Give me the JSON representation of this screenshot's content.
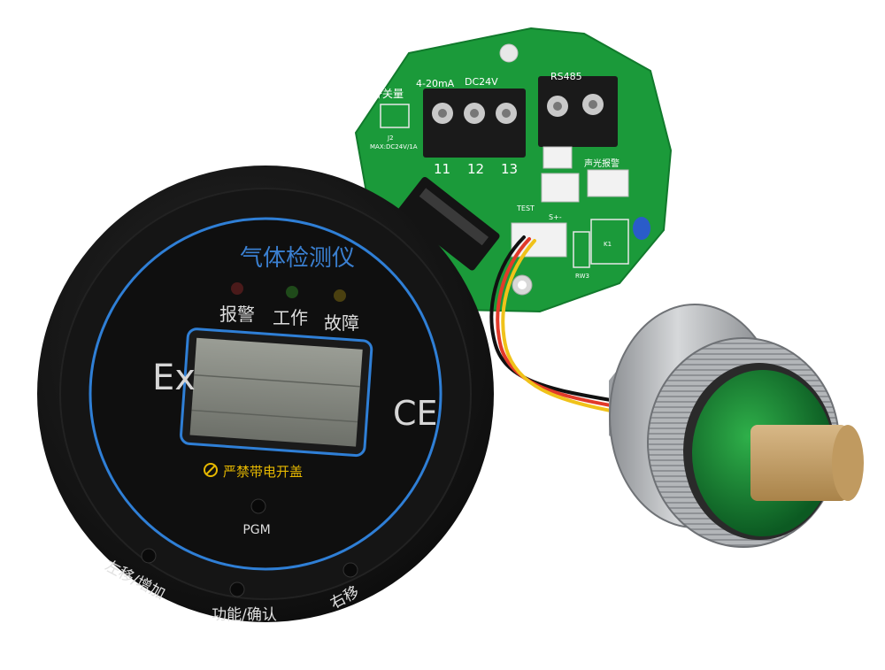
{
  "device": {
    "title": "气体检测仪",
    "indicators": [
      "报警",
      "工作",
      "故障"
    ],
    "ex_mark": "Ex",
    "ce_mark": "CE",
    "warning": "严禁带电开盖",
    "pgm_label": "PGM",
    "buttons": [
      "左移/增加",
      "功能/确认",
      "右移"
    ]
  },
  "pcb": {
    "switch_label": "开关量",
    "j2_label": "J2",
    "max_label": "MAX:DC24V/1A",
    "ma_label": "4-20mA",
    "dc_label": "DC24V",
    "rs_label": "RS485",
    "pin_numbers": [
      "11",
      "12",
      "13"
    ],
    "test_label": "TEST",
    "alarm_label": "声光报警",
    "k1_label": "K1",
    "rw3_label": "RW3",
    "s_label": "S+-"
  },
  "colors": {
    "housing": "#1b1b1b",
    "ring": "#2f7fd6",
    "title_blue": "#3a7fd0",
    "lcd": "#8a8d85",
    "pcb_green": "#1b9a3a",
    "warning_yellow": "#e6b800",
    "sensor_metal": "#b5b8bb",
    "filter_brass": "#c9a66b"
  }
}
